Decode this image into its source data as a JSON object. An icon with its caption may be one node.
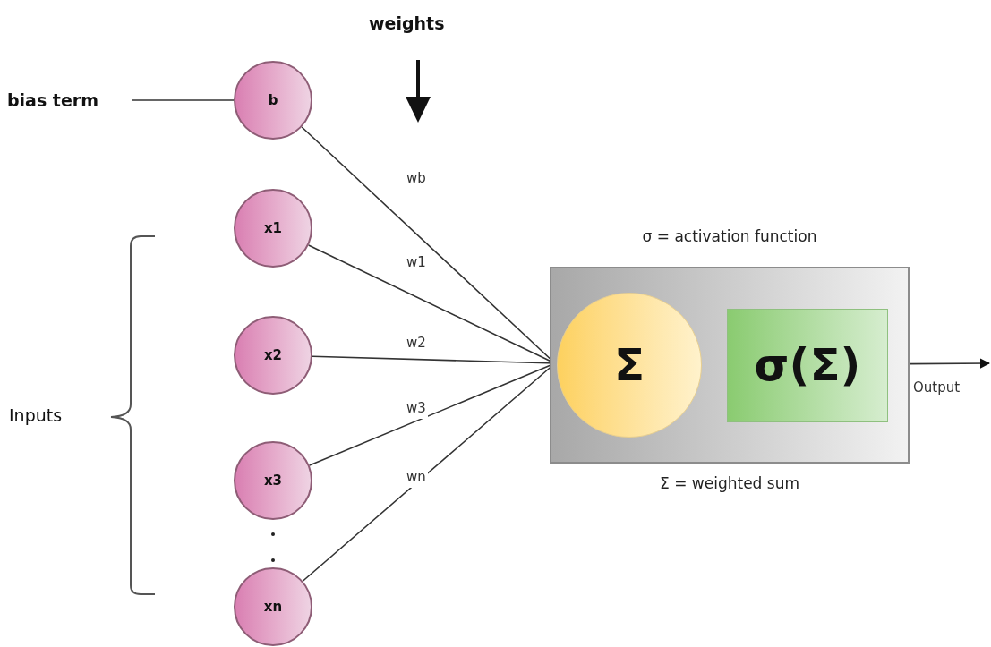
{
  "diagram": {
    "nodes": [
      {
        "text": [
          "bias term"
        ]
      },
      {
        "text": [
          "b"
        ]
      },
      {
        "text": [
          "x1"
        ]
      },
      {
        "text": [
          "x2"
        ]
      },
      {
        "text": [
          "x3"
        ]
      },
      {
        "text": [
          "xn"
        ]
      },
      {
        "text": [],
        "shape": "box",
        "beside": [
          "σ  = activation function",
          "Σ = weighted sum"
        ]
      },
      {
        "text": [
          "Σ"
        ],
        "in": 6
      },
      {
        "text": [
          "σ(Σ)"
        ],
        "in": 6
      }
    ],
    "edges": [
      {
        "from": 0,
        "to": 1,
        "arrow": "none"
      },
      {
        "from": 1,
        "to": 7,
        "arrow": "none",
        "label": "wb"
      },
      {
        "from": 2,
        "to": 7,
        "arrow": "none",
        "label": "w1"
      },
      {
        "from": 3,
        "to": 7,
        "arrow": "none",
        "label": "w2"
      },
      {
        "from": 4,
        "to": 7,
        "arrow": "none",
        "label": "w3"
      },
      {
        "from": 5,
        "to": 7,
        "arrow": "none",
        "label": "wn"
      },
      {
        "from": 6,
        "to": null,
        "arrow": "to",
        "label": "Output"
      }
    ],
    "labels": [
      "weights",
      "Inputs"
    ]
  }
}
